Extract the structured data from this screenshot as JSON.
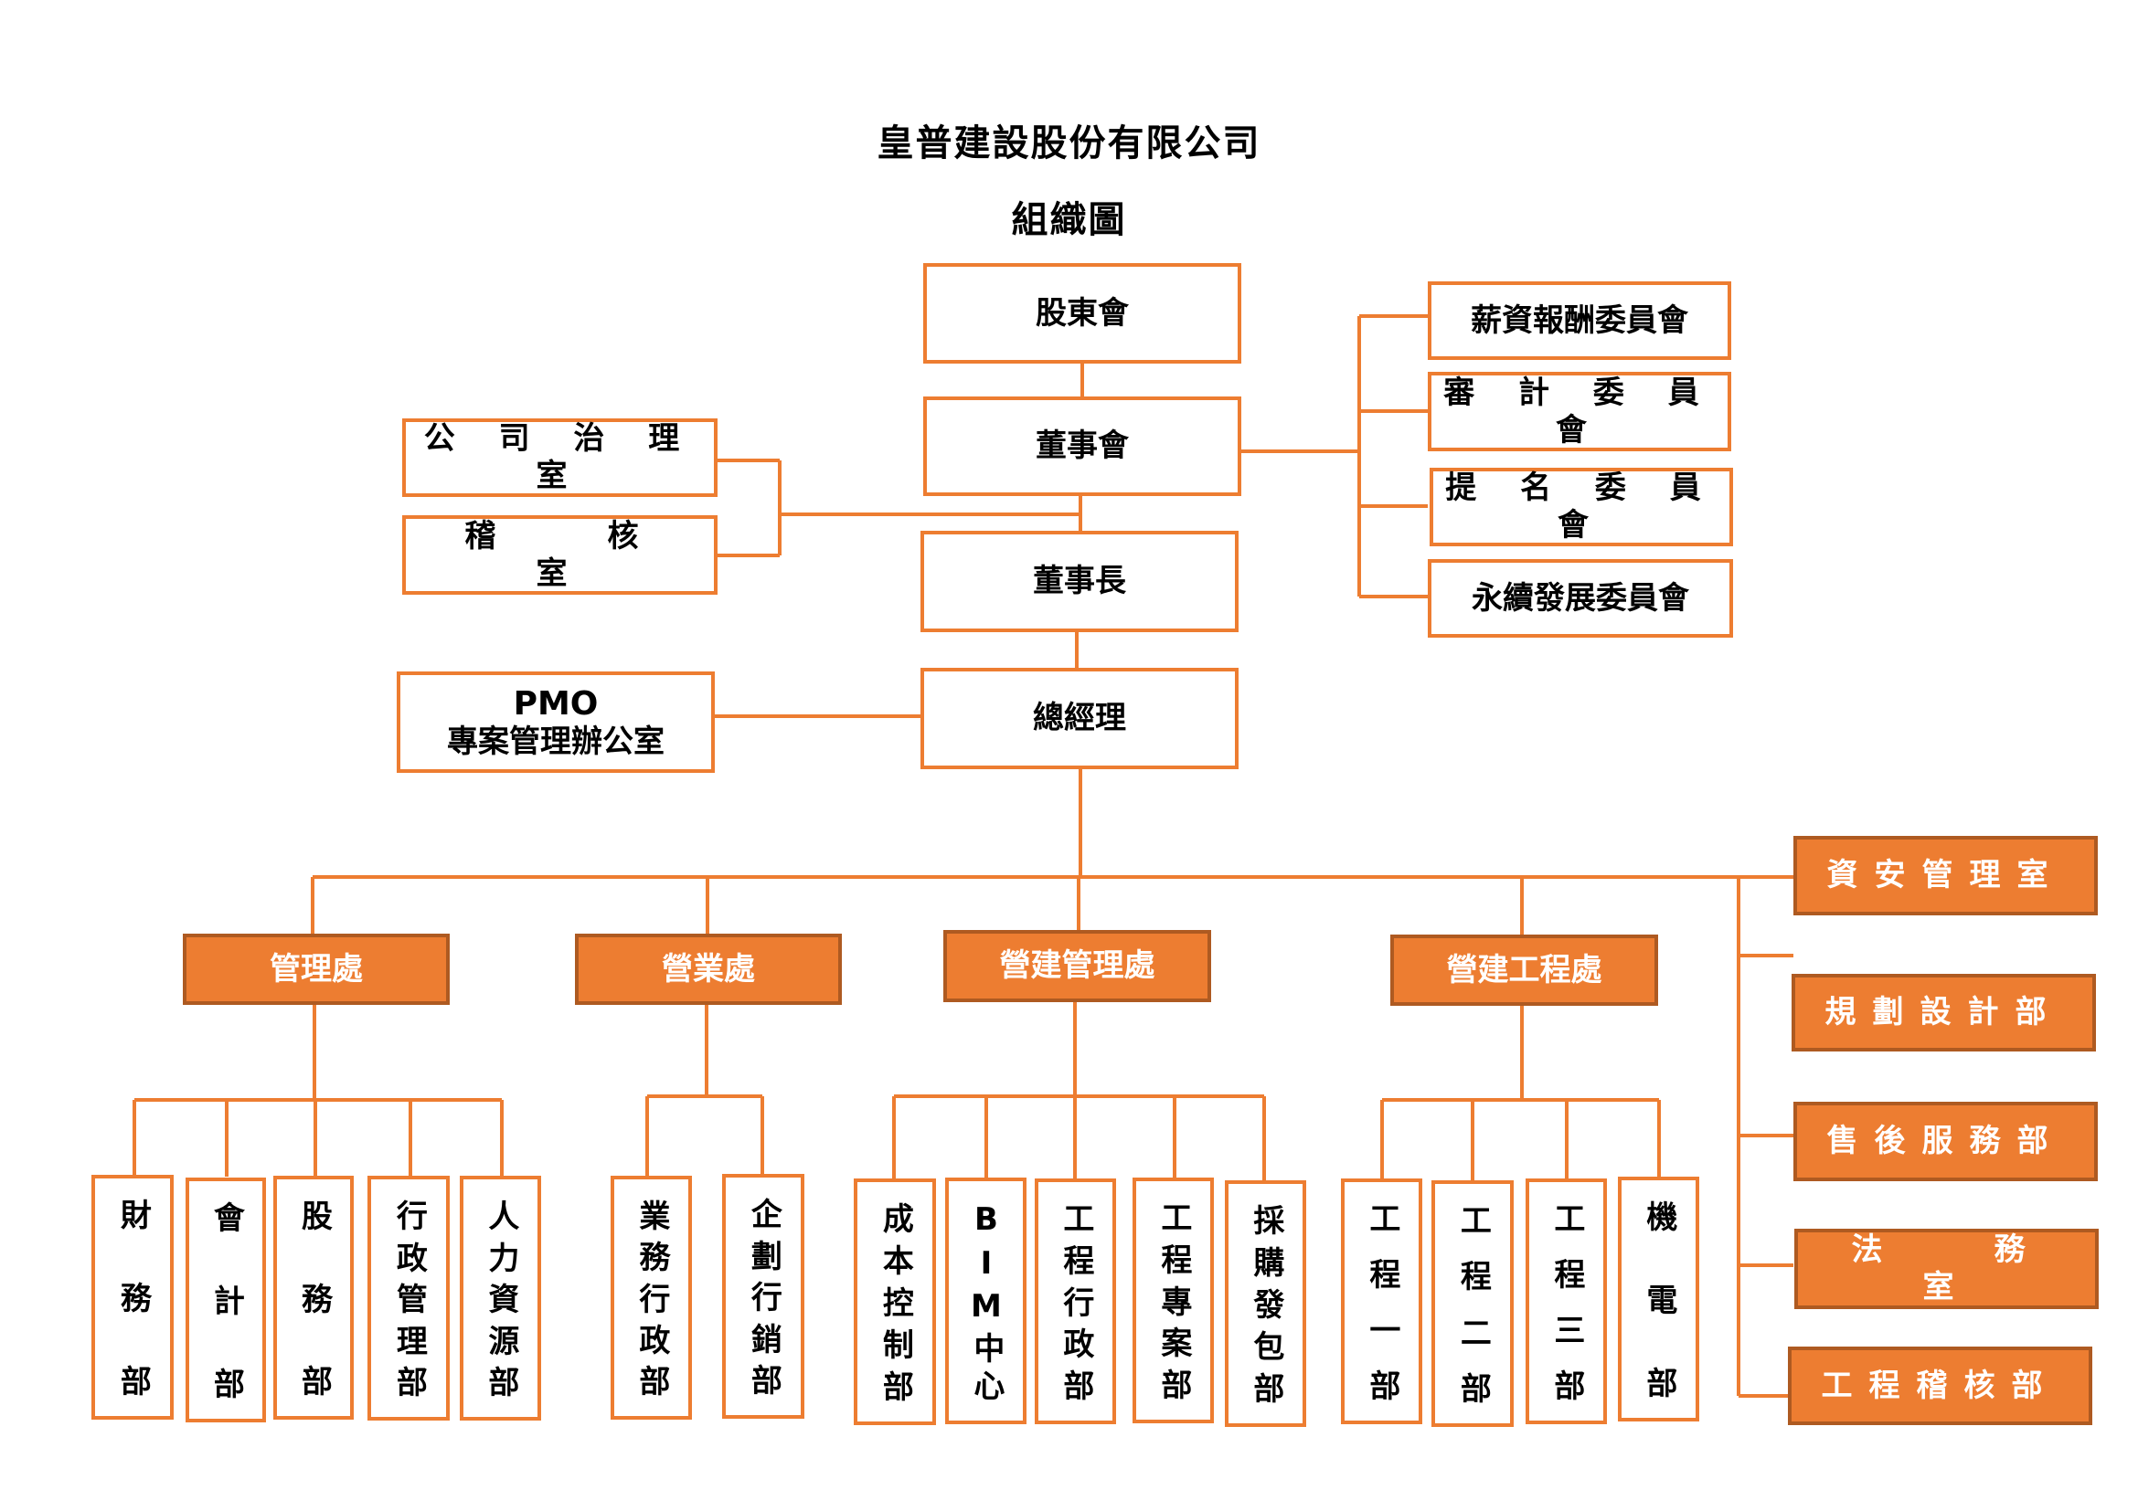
{
  "title": "皇普建設股份有限公司",
  "subtitle": "組織圖",
  "colors": {
    "line": "#ED7D31",
    "fill": "#ED7D31",
    "fill_border": "#AE5A21"
  },
  "main_chain": [
    "股東會",
    "董事會",
    "董事長",
    "總經理"
  ],
  "board_units": [
    "公 司 治 理 室",
    "稽　　核　　室"
  ],
  "committees": [
    "薪資報酬委員會",
    "審 計 委 員 會",
    "提 名 委 員 會",
    "永續發展委員會"
  ],
  "pmo": {
    "line1": "PMO",
    "line2": "專案管理辦公室"
  },
  "divisions": [
    {
      "name": "管理處",
      "departments": [
        "財務部",
        "會計部",
        "股務部",
        "行政管理部",
        "人力資源部"
      ]
    },
    {
      "name": "營業處",
      "departments": [
        "業務行政部",
        "企劃行銷部"
      ]
    },
    {
      "name": "營建管理處",
      "departments": [
        "成本控制部",
        "BIM中心",
        "工程行政部",
        "工程專案部",
        "採購發包部"
      ]
    },
    {
      "name": "營建工程處",
      "departments": [
        "工程一部",
        "工程二部",
        "工程三部",
        "機電部"
      ]
    }
  ],
  "right_units": [
    "資安管理室",
    "規劃設計部",
    "售後服務部",
    "法　　務　　室",
    "工程稽核部"
  ]
}
